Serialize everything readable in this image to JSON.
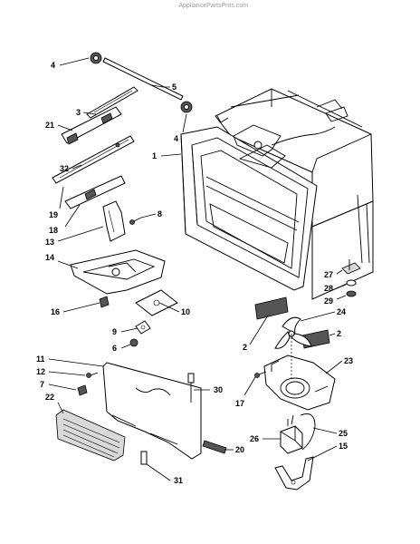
{
  "watermark": "AppliancePartsPros.com",
  "callouts": [
    {
      "id": "c4a",
      "label": "4"
    },
    {
      "id": "c5",
      "label": "5"
    },
    {
      "id": "c3",
      "label": "3"
    },
    {
      "id": "c21",
      "label": "21"
    },
    {
      "id": "c4b",
      "label": "4"
    },
    {
      "id": "c1",
      "label": "1"
    },
    {
      "id": "c32",
      "label": "32"
    },
    {
      "id": "c19",
      "label": "19"
    },
    {
      "id": "c18",
      "label": "18"
    },
    {
      "id": "c8",
      "label": "8"
    },
    {
      "id": "c13",
      "label": "13"
    },
    {
      "id": "c14",
      "label": "14"
    },
    {
      "id": "c16",
      "label": "16"
    },
    {
      "id": "c10",
      "label": "10"
    },
    {
      "id": "c27",
      "label": "27"
    },
    {
      "id": "c28",
      "label": "28"
    },
    {
      "id": "c29",
      "label": "29"
    },
    {
      "id": "c24",
      "label": "24"
    },
    {
      "id": "c2a",
      "label": "2"
    },
    {
      "id": "c2b",
      "label": "2"
    },
    {
      "id": "c9",
      "label": "9"
    },
    {
      "id": "c6",
      "label": "6"
    },
    {
      "id": "c11",
      "label": "11"
    },
    {
      "id": "c12",
      "label": "12"
    },
    {
      "id": "c7",
      "label": "7"
    },
    {
      "id": "c22",
      "label": "22"
    },
    {
      "id": "c23",
      "label": "23"
    },
    {
      "id": "c30",
      "label": "30"
    },
    {
      "id": "c17",
      "label": "17"
    },
    {
      "id": "c25",
      "label": "25"
    },
    {
      "id": "c26",
      "label": "26"
    },
    {
      "id": "c20",
      "label": "20"
    },
    {
      "id": "c15",
      "label": "15"
    },
    {
      "id": "c31",
      "label": "31"
    }
  ]
}
